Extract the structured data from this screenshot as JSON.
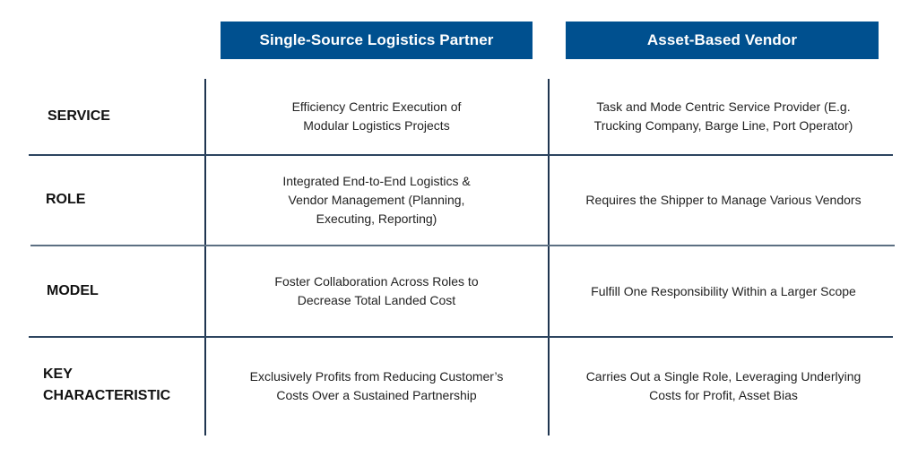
{
  "columns": {
    "left_header": "Single-Source Logistics Partner",
    "right_header": "Asset-Based Vendor"
  },
  "colors": {
    "header_bg": "#00508f",
    "header_text": "#ffffff",
    "divider": "#1f3550"
  },
  "rows": [
    {
      "label": "SERVICE",
      "left": [
        "Efficiency Centric Execution of",
        "Modular Logistics Projects"
      ],
      "right": [
        "Task and Mode Centric Service Provider (E.g.",
        "Trucking Company, Barge Line, Port Operator)"
      ]
    },
    {
      "label": "ROLE",
      "left": [
        "Integrated End-to-End Logistics &",
        "Vendor Management (Planning,",
        "Executing, Reporting)"
      ],
      "right": [
        "Requires the Shipper to Manage Various Vendors"
      ]
    },
    {
      "label": "MODEL",
      "left": [
        "Foster Collaboration Across Roles to",
        "Decrease Total Landed Cost"
      ],
      "right": [
        "Fulfill One Responsibility Within a Larger Scope"
      ]
    },
    {
      "label_lines": [
        "KEY",
        "CHARACTERISTIC"
      ],
      "left": [
        "Exclusively Profits from Reducing Customer’s",
        "Costs Over a Sustained Partnership"
      ],
      "right": [
        "Carries Out a Single Role, Leveraging Underlying",
        "Costs for Profit, Asset Bias"
      ]
    }
  ]
}
